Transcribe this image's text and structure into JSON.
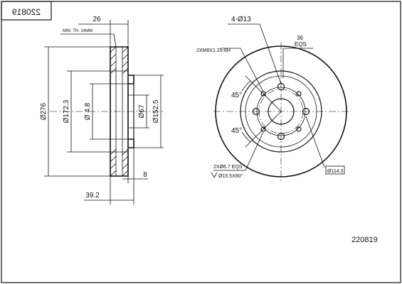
{
  "part_number": "220819",
  "part_number_title_block": "220819",
  "side_view": {
    "thickness_label": "26",
    "min_thickness_label": "MIN. TH. 24MM",
    "outer_diameter_label": "Ø276",
    "hat_diameter_label": "Ø172.3",
    "hub_inner_diameter_label": "Ø 4.8",
    "center_bore_label": "Ø67",
    "hub_diameter_label": "Ø152.5",
    "height_label": "39.2",
    "flange_thickness_label": "8"
  },
  "front_view": {
    "holes_label": "4-Ø13",
    "thread_holes_label": "2XM8X1.25-6H",
    "eqs_top_label": "36",
    "eqs_top_suffix": "EQS",
    "angle_top_label": "45°",
    "angle_bottom_label": "45°",
    "bottom_holes_label": "2XØ6.7 EQS",
    "bottom_countersink_label": "Ø15.5X90°",
    "pcd_label": "Ø114.3"
  }
}
